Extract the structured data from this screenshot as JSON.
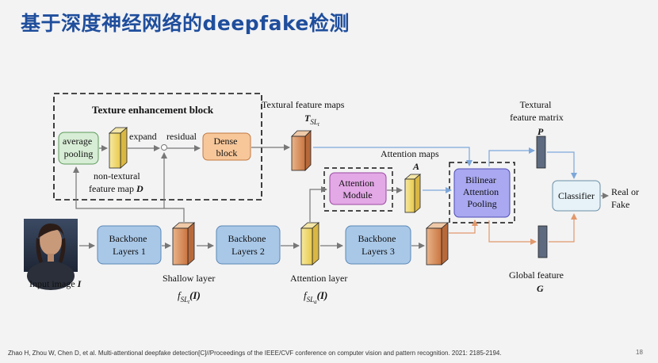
{
  "title": "基于深度神经网络的deepfake检测",
  "block_title": "Texture enhancement block",
  "average_pooling": [
    "average",
    "pooling"
  ],
  "expand": "expand",
  "residual": "residual",
  "dense_block": [
    "Dense",
    "block"
  ],
  "non_textural": [
    "non-textural",
    "feature map"
  ],
  "non_textural_var": "D",
  "textural_maps_label": "Textural feature maps",
  "textural_maps_var": "T",
  "textural_maps_sub": "SL",
  "textural_maps_subsub": "t",
  "attention_maps_label": "Attention maps",
  "attention_maps_var": "A",
  "attention_module": [
    "Attention",
    "Module"
  ],
  "bilinear": [
    "Bilinear",
    "Attention",
    "Pooling"
  ],
  "textural_matrix": [
    "Textural",
    "feature matrix"
  ],
  "textural_matrix_var": "P",
  "classifier": "Classifier",
  "output": [
    "Real or",
    "Fake"
  ],
  "input_image": "Input image",
  "input_image_var": "I",
  "backbone1": [
    "Backbone",
    "Layers 1"
  ],
  "backbone2": [
    "Backbone",
    "Layers 2"
  ],
  "backbone3": [
    "Backbone",
    "Layers 3"
  ],
  "shallow_layer": "Shallow layer",
  "shallow_f": "f",
  "shallow_sub": "SL",
  "shallow_subsub": "t",
  "shallow_arg": "(I)",
  "attention_layer": "Attention layer",
  "attention_f": "f",
  "attention_sub": "SL",
  "attention_subsub": "a",
  "attention_arg": "(I)",
  "global_feature": "Global feature",
  "global_feature_var": "G",
  "citation": "Zhao H, Zhou W, Chen D, et al. Multi-attentional deepfake detection[C]//Proceedings of the IEEE/CVF conference on computer vision and pattern recognition. 2021: 2185-2194.",
  "page_number": "18",
  "colors": {
    "title": "#1f4e9c",
    "backbone_fill": "#a9c8e8",
    "dense_fill": "#f7c79a",
    "attention_module_fill": "#e3a8e6",
    "bilinear_fill": "#a9a8f0",
    "classifier_fill": "#e6f2f8",
    "avg_pool_fill": "#d7edd5",
    "blue_arrow": "#7da7d9",
    "orange_arrow": "#e2976a",
    "gray_arrow": "#777777"
  }
}
